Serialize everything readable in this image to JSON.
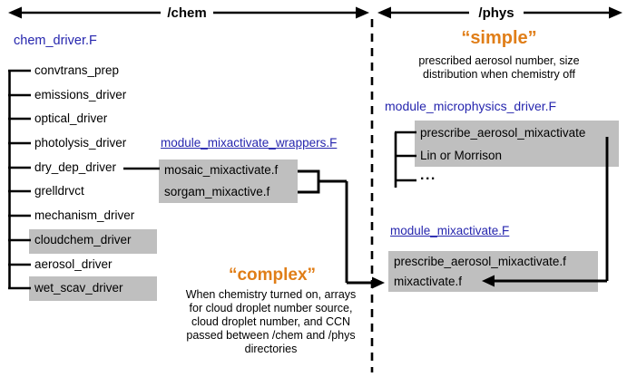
{
  "header": {
    "chem_label": "/chem",
    "phys_label": "/phys"
  },
  "chem": {
    "file_title": "chem_driver.F",
    "tree_items": [
      "convtrans_prep",
      "emissions_driver",
      "optical_driver",
      "photolysis_driver",
      "dry_dep_driver",
      "grelldrvct",
      "mechanism_driver",
      "cloudchem_driver",
      "aerosol_driver",
      "wet_scav_driver"
    ],
    "highlighted_items": [
      "cloudchem_driver",
      "wet_scav_driver"
    ],
    "wrappers_module_title": "module_mixactivate_wrappers.F",
    "wrappers_functions": [
      "mosaic_mixactivate.f",
      "sorgam_mixactive.f"
    ],
    "complex_heading": "“complex”",
    "complex_lines": [
      "When chemistry turned on, arrays",
      "for cloud droplet number source,",
      "cloud droplet number, and CCN",
      "passed between /chem and /phys",
      "directories"
    ]
  },
  "phys": {
    "simple_heading": "“simple”",
    "simple_lines": [
      "prescribed aerosol number, size",
      "distribution when chemistry off"
    ],
    "microphysics_module_title": "module_microphysics_driver.F",
    "microphysics_items": [
      "prescribe_aerosol_mixactivate",
      "Lin or Morrison",
      "..."
    ],
    "mixactivate_module_title": "module_mixactivate.F",
    "mixactivate_functions": [
      "prescribe_aerosol_mixactivate.f",
      "mixactivate.f"
    ]
  },
  "colors": {
    "accent_orange": "#E07E18",
    "module_blue": "#2626AE",
    "box_gray": "#BFBFBF",
    "line_black": "#000000"
  }
}
